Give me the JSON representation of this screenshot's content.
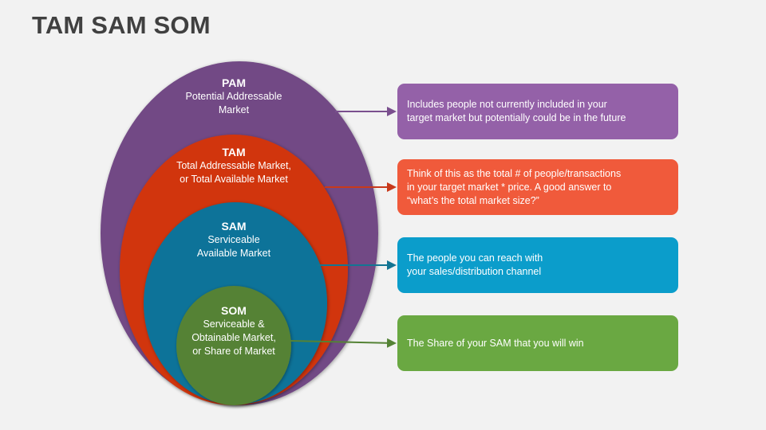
{
  "title": "TAM SAM SOM",
  "rings": [
    {
      "id": "pam",
      "abbr": "PAM",
      "name_lines": [
        "Potential Addressable",
        "Market"
      ],
      "color": "#724a85"
    },
    {
      "id": "tam",
      "abbr": "TAM",
      "name_lines": [
        "Total Addressable Market,",
        "or Total Available Market"
      ],
      "color": "#d13611"
    },
    {
      "id": "sam",
      "abbr": "SAM",
      "name_lines": [
        "Serviceable",
        "Available Market"
      ],
      "color": "#0b7399"
    },
    {
      "id": "som",
      "abbr": "SOM",
      "name_lines": [
        "Serviceable &",
        "Obtainable Market,",
        "or Share of Market"
      ],
      "color": "#548235"
    }
  ],
  "descriptions": [
    {
      "ring": "pam",
      "lines": [
        "Includes people not currently included in your",
        "target market but potentially could be in the future"
      ],
      "color": "#9461a8",
      "connector_color": "#7a4f8e"
    },
    {
      "ring": "tam",
      "lines": [
        "Think of this as the total # of people/transactions",
        "in your target market * price. A good answer to",
        "“what’s the total market size?”"
      ],
      "color": "#f05a3b",
      "connector_color": "#c8391b"
    },
    {
      "ring": "sam",
      "lines": [
        "The people you can reach with",
        "your sales/distribution channel"
      ],
      "color": "#0b9dcb",
      "connector_color": "#137593"
    },
    {
      "ring": "som",
      "lines": [
        "The Share of your SAM that you will win"
      ],
      "color": "#6aa842",
      "connector_color": "#548235"
    }
  ]
}
